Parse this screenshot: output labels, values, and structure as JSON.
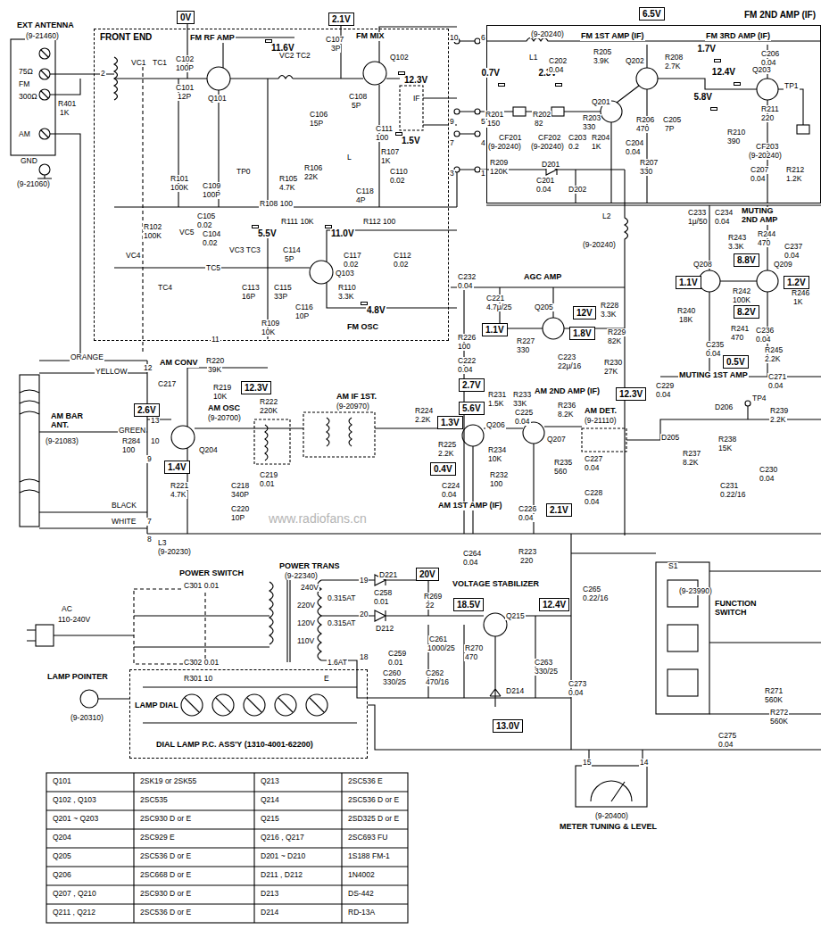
{
  "diagram": {
    "nodes": [
      {
        "text": [
          "FRONT END"
        ]
      },
      {
        "text": [
          "11.6V"
        ],
        "in": 0
      },
      {
        "text": [
          "12.3V"
        ],
        "in": 0
      },
      {
        "text": [
          "1.5V"
        ],
        "in": 0
      },
      {
        "text": [
          "5.5V"
        ],
        "in": 0
      },
      {
        "text": [
          "11.0V"
        ],
        "in": 0
      },
      {
        "text": [
          "4.8V"
        ],
        "in": 0
      },
      {
        "text": [
          "0V"
        ]
      },
      {
        "text": [
          "2.1V"
        ]
      },
      {
        "text": [
          "FM 2ND AMP (IF)"
        ]
      },
      {
        "text": [
          "0.7V"
        ],
        "in": 9
      },
      {
        "text": [
          "2.3V"
        ],
        "in": 9
      },
      {
        "text": [
          "1.7V"
        ],
        "in": 9
      },
      {
        "text": [
          "12.4V"
        ],
        "in": 9
      },
      {
        "text": [
          "5.8V"
        ],
        "in": 9
      },
      {
        "text": [
          "6.5V"
        ]
      },
      {
        "text": [
          "1.1V"
        ]
      },
      {
        "text": [
          "8.8V"
        ]
      },
      {
        "text": [
          "1.2V"
        ]
      },
      {
        "text": [
          "8.2V"
        ]
      },
      {
        "text": [
          "0.5V"
        ]
      },
      {
        "text": [
          "12V"
        ]
      },
      {
        "text": [
          "1.1V"
        ]
      },
      {
        "text": [
          "1.8V"
        ]
      },
      {
        "text": [
          "2.7V"
        ]
      },
      {
        "text": [
          "5.6V"
        ]
      },
      {
        "text": [
          "1.3V"
        ]
      },
      {
        "text": [
          "12.3V"
        ]
      },
      {
        "text": [
          "0.4V"
        ]
      },
      {
        "text": [
          "2.1V"
        ]
      },
      {
        "text": [
          "12.3V"
        ]
      },
      {
        "text": [
          "2.6V"
        ]
      },
      {
        "text": [
          "1.4V"
        ]
      },
      {
        "text": [
          "20V"
        ]
      },
      {
        "text": [
          "18.5V"
        ]
      },
      {
        "text": [
          "12.4V"
        ]
      },
      {
        "text": [
          "13.0V"
        ]
      },
      {
        "text": [
          "LAMP DIAL",
          "DIAL LAMP P.C. ASS'Y (1310-4001-62200)"
        ]
      }
    ],
    "labels": [
      "EXT ANTENNA",
      "(9-21460)",
      "75Ω",
      "FM",
      "300Ω",
      "R401",
      "1K",
      "AM",
      "GND",
      "(9-21060)",
      "2",
      "FM RF AMP",
      "C102",
      "100P",
      "C101",
      "12P",
      "Q101",
      "VC1",
      "TC1",
      "R101",
      "100K",
      "C109",
      "100P",
      "TP0",
      "C105",
      "0.02",
      "R102",
      "100K",
      "C104",
      "0.02",
      "R108 100",
      "FM MIX",
      "VC2 TC2",
      "C107",
      "3P",
      "Q102",
      "C108",
      "5P",
      "C106",
      "15P",
      "C111",
      "100",
      "R107",
      "1K",
      "C110",
      "0.02",
      "L",
      "R106",
      "22K",
      "R105",
      "4.7K",
      "C118",
      "4P",
      "IF",
      "C114",
      "5P",
      "R111 10K",
      "R112 100",
      "C112",
      "0.02",
      "C117",
      "0.02",
      "Q103",
      "C115",
      "33P",
      "C116",
      "10P",
      "C113",
      "16P",
      "R109",
      "10K",
      "R110",
      "3.3K",
      "FM OSC",
      "VC3 TC3",
      "VC4",
      "TC4",
      "VC5",
      "TC5",
      "10",
      "6",
      "9",
      "5",
      "7",
      "4",
      "3",
      "1",
      "11",
      "(9-20240)",
      "L1",
      "C202",
      "0.04",
      "FM 1ST AMP (IF)",
      "FM 3RD AMP (IF)",
      "R205",
      "3.9K",
      "Q202",
      "R208",
      "2.7K",
      "C206",
      "0.04",
      "R201",
      "150",
      "R202",
      "82",
      "R203",
      "330",
      "Q201",
      "C204",
      "0.04",
      "R206",
      "470",
      "C205",
      "7P",
      "Q203",
      "TP1",
      "R211",
      "220",
      "R210",
      "390",
      "R207",
      "330",
      "C203",
      "0.2",
      "R204",
      "1K",
      "CF201",
      "(9-20240)",
      "CF202",
      "(9-20240)",
      "CF203",
      "(9-20240)",
      "R212",
      "1.2K",
      "C207",
      "0.04",
      "R209",
      "120K",
      "D201",
      "C201",
      "0.04",
      "D202",
      "L2",
      "(9-20240)",
      "C233",
      "1μ/50",
      "C234",
      "0.04",
      "MUTING 2ND AMP",
      "R244",
      "470",
      "R243",
      "3.3K",
      "C237",
      "0.04",
      "Q208",
      "Q209",
      "R242",
      "100K",
      "R246",
      "1K",
      "R240",
      "18K",
      "R241",
      "470",
      "C236",
      "0.04",
      "C235",
      "0.04",
      "R245",
      "2.2K",
      "MUTING 1ST AMP",
      "C271",
      "0.04",
      "C232",
      "0.04",
      "C221",
      "4.7μ/25",
      "AGC AMP",
      "Q205",
      "R228",
      "3.3K",
      "R229",
      "82K",
      "R226",
      "100",
      "R227",
      "330",
      "C223",
      "22μ/16",
      "R230",
      "27K",
      "C222",
      "0.04",
      "R231",
      "1.5K",
      "R233",
      "33K",
      "AM 2ND AMP (IF)",
      "C225",
      "0.04",
      "R236",
      "8.2K",
      "Q206",
      "Q207",
      "AM DET.",
      "(9-21110)",
      "R224",
      "2.2K",
      "R225",
      "2.2K",
      "R234",
      "10K",
      "R232",
      "100",
      "R235",
      "560",
      "C227",
      "0.04",
      "C224",
      "0.04",
      "AM 1ST AMP (IF)",
      "C226",
      "0.04",
      "C228",
      "0.04",
      "C229",
      "0.04",
      "D205",
      "D206",
      "TP4",
      "R239",
      "2.2K",
      "R238",
      "15K",
      "R237",
      "8.2K",
      "C231",
      "0.22/16",
      "C230",
      "0.04",
      "ORANGE",
      "YELLOW",
      "AM CONV",
      "12",
      "C217",
      "R220",
      "39K",
      "R219",
      "10K",
      "R222",
      "220K",
      "AM OSC",
      "(9-20700)",
      "AM BAR ANT.",
      "(9-21083)",
      "GREEN",
      "R284",
      "100",
      "13",
      "10",
      "Q204",
      "9",
      "R221",
      "4.7K",
      "C218",
      "340P",
      "C219",
      "0.01",
      "C220",
      "10P",
      "BLACK",
      "WHITE",
      "7",
      "8",
      "L3",
      "(9-20230)",
      "AM IF 1ST.",
      "(9-20970)",
      "C264",
      "0.04",
      "R223",
      "220",
      "POWER SWITCH",
      "C301 0.01",
      "C302 0.01",
      "POWER TRANS",
      "(9-22340)",
      "AC",
      "110-240V",
      "240V",
      "220V",
      "120V",
      "110V",
      "0.315AT",
      "0.315AT",
      "1.6AT",
      "19",
      "20",
      "18",
      "E",
      "D221",
      "C258",
      "0.01",
      "D212",
      "R269",
      "22",
      "VOLTAGE STABILIZER",
      "Q215",
      "C261",
      "1000/25",
      "R270",
      "470",
      "C259",
      "0.01",
      "C260",
      "330/25",
      "C262",
      "470/16",
      "C263",
      "330/25",
      "D214",
      "C273",
      "0.04",
      "C265",
      "0.22/16",
      "S1",
      "(9-23990)",
      "FUNCTION SWITCH",
      "R271",
      "560K",
      "R272",
      "560K",
      "C275",
      "0.04",
      "15",
      "14",
      "(9-20400)",
      "METER TUNING & LEVEL",
      "LAMP POINTER",
      "(9-20310)",
      "R301 10",
      "Q101",
      "2SK19 or 2SK55",
      "Q213",
      "2SC536 E",
      "Q102 , Q103",
      "2SC535",
      "Q214",
      "2SC536 D or E",
      "Q201 ~ Q203",
      "2SC930 D or E",
      "Q215",
      "2SD325 D or E",
      "Q204",
      "2SC929 E",
      "Q216 , Q217",
      "2SC693 FU",
      "Q205",
      "2SC536 D or E",
      "D201 ~ D210",
      "1S188 FM-1",
      "Q206",
      "2SC668 D or E",
      "D211 , D212",
      "1N4002",
      "Q207 , Q210",
      "2SC930 D or E",
      "D213",
      "DS-442",
      "Q211 , Q212",
      "2SC536 D or E",
      "D214",
      "RD-13A",
      "www.radiofans.cn"
    ]
  }
}
